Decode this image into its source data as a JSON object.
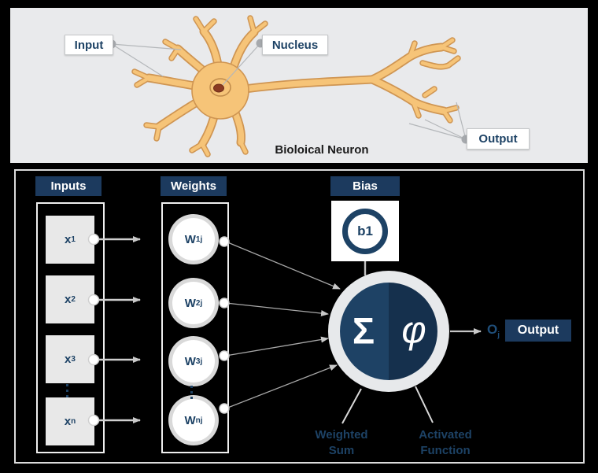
{
  "top_panel": {
    "label_input": "Input",
    "label_nucleus": "Nucleus",
    "label_output": "Output",
    "caption": "Bioloical Neuron"
  },
  "bottom_panel": {
    "header_inputs": "Inputs",
    "header_weights": "Weights",
    "header_bias": "Bias",
    "inputs": [
      {
        "base": "x",
        "sub": "1"
      },
      {
        "base": "x",
        "sub": "2"
      },
      {
        "base": "x",
        "sub": "3"
      },
      {
        "base": "x",
        "sub": "n"
      }
    ],
    "weights": [
      {
        "base": "W",
        "sub": "1j"
      },
      {
        "base": "W",
        "sub": "2j"
      },
      {
        "base": "W",
        "sub": "3j"
      },
      {
        "base": "W",
        "sub": "nj"
      }
    ],
    "bias_value": "b1",
    "sum_symbol": "Σ",
    "activation_symbol": "φ",
    "output_var": {
      "base": "O",
      "sub": "j"
    },
    "output_label": "Output",
    "annotation_weighted_sum": "Weighted Sum",
    "annotation_activated_function": "Activated Function"
  },
  "colors": {
    "header_navy": "#1c3a5e",
    "navy_text": "#1d4265",
    "neuron_sum_half": "#1e4265",
    "neuron_activation_half": "#15304d",
    "bio_neuron_fill": "#f6c478",
    "bio_neuron_outline": "#cf9552",
    "nucleus_dot": "#8a3a22",
    "top_panel_bg": "#e9eaec",
    "output_var_blue": "#1f4e79"
  }
}
